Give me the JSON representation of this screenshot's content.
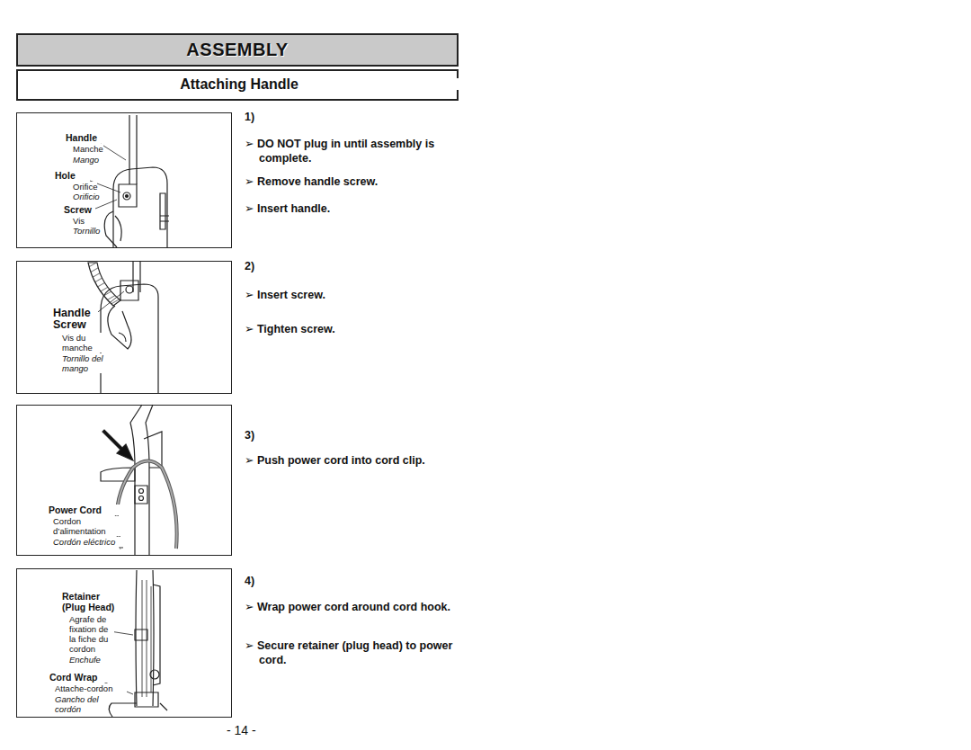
{
  "diagram": {
    "title": "ASSEMBLY",
    "nodes": [
      {
        "text": [
          "Attaching Handle"
        ]
      },
      {
        "text": [
          "Handle",
          "Manche",
          "Mango",
          "Hole",
          "Orifice",
          "Orificio",
          "Screw",
          "Vis",
          "Tornillo"
        ]
      },
      {
        "text": [
          "Handle Screw",
          "Vis du manche",
          "Tornillo del mango"
        ]
      },
      {
        "text": [
          "Power Cord",
          "Cordon d’alimentation",
          "Cordón eléctrico"
        ]
      },
      {
        "text": [
          "Retainer (Plug Head)",
          "Agrafe de fixation de la fiche du cordon",
          "Enchufe",
          "Cord Wrap",
          "Attache-cordon",
          "Gancho del cordón"
        ]
      }
    ],
    "labels": [
      "1)",
      "➢ DO NOT plug in until assembly is complete.",
      "➢ Remove handle screw.",
      "➢ Insert handle.",
      "2)",
      "➢ Insert screw.",
      "➢ Tighten screw.",
      "3)",
      "➢ Push power cord into cord clip.",
      "4)",
      "➢ Wrap power cord around cord hook.",
      "➢ Secure retainer (plug head) to power cord.",
      "- 14 -"
    ]
  }
}
